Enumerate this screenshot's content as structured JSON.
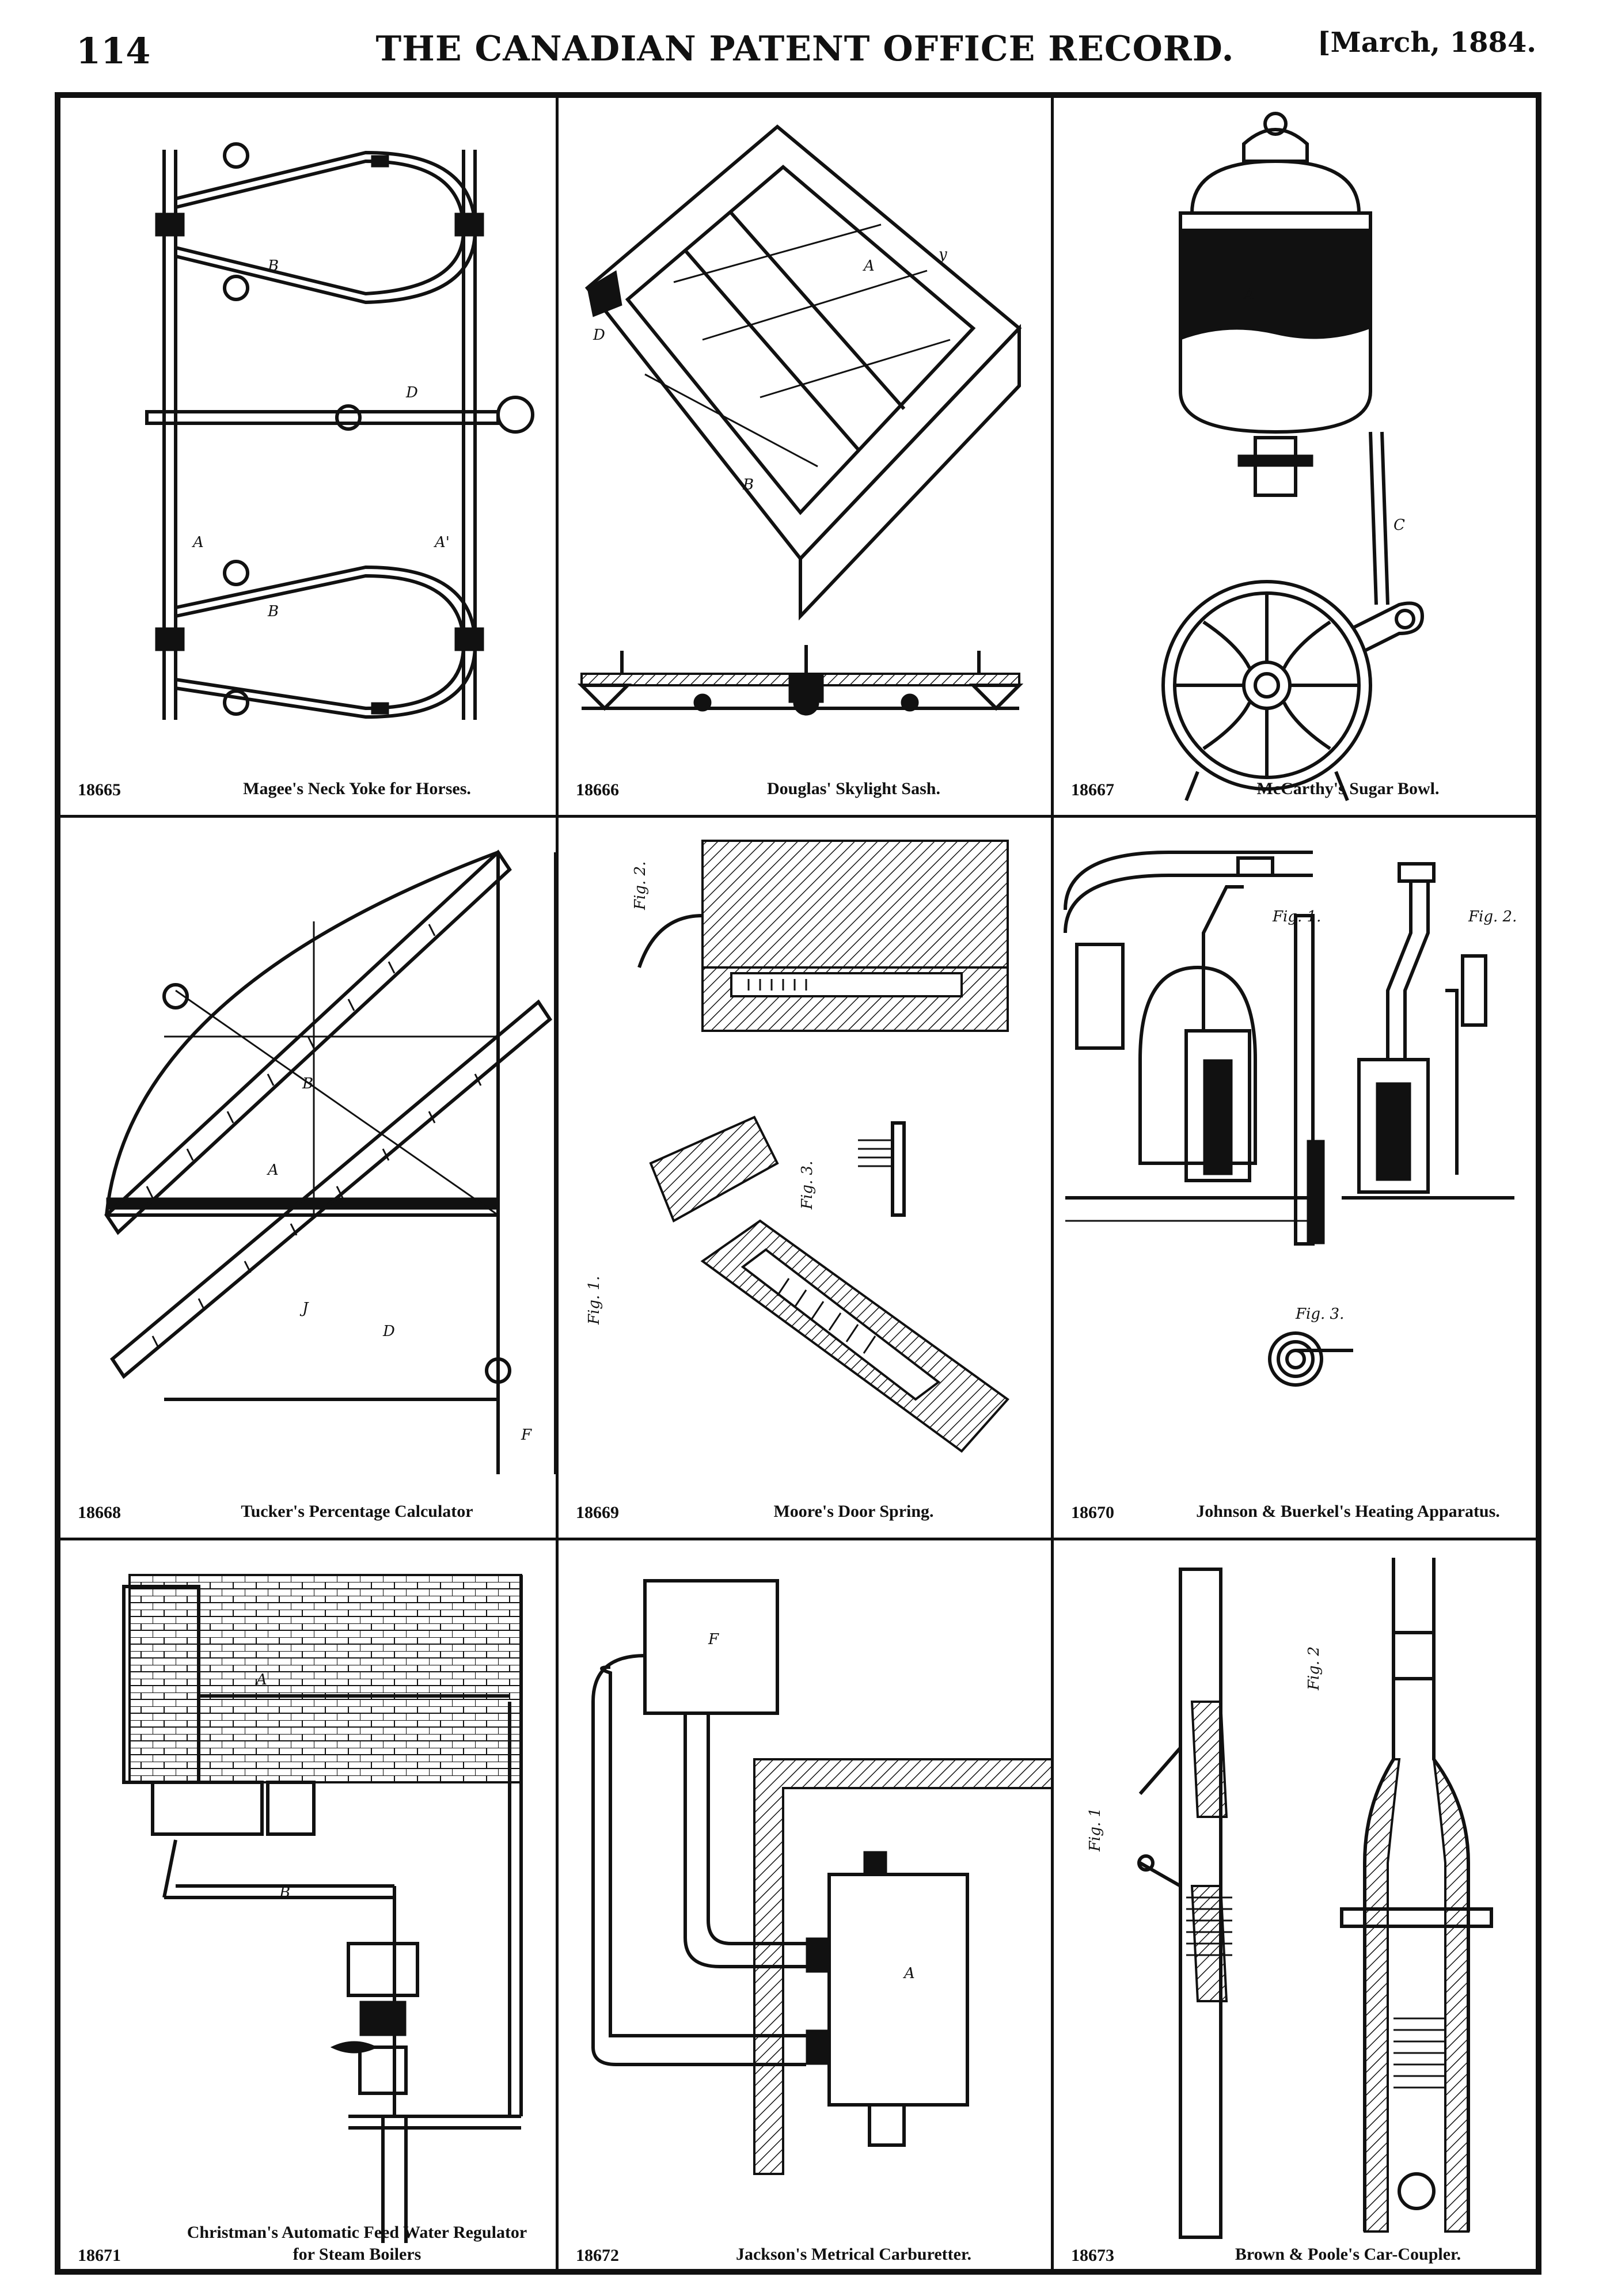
{
  "header": {
    "page_number": "114",
    "journal_title": "THE CANADIAN PATENT OFFICE RECORD.",
    "issue_date": "[March, 1884."
  },
  "patents": [
    {
      "number": "18665",
      "title": "Magee's Neck Yoke for Horses."
    },
    {
      "number": "18666",
      "title": "Douglas' Skylight Sash."
    },
    {
      "number": "18667",
      "title": "McCarthy's Sugar Bowl."
    },
    {
      "number": "18668",
      "title": "Tucker's Percentage Calculator"
    },
    {
      "number": "18669",
      "title": "Moore's Door Spring."
    },
    {
      "number": "18670",
      "title": "Johnson & Buerkel's Heating Apparatus."
    },
    {
      "number": "18671",
      "title": "Christman's Automatic Feed Water Regulator for Steam Boilers"
    },
    {
      "number": "18672",
      "title": "Jackson's Metrical Carburetter."
    },
    {
      "number": "18673",
      "title": "Brown & Poole's Car-Coupler."
    }
  ],
  "figure_labels": {
    "fig1": "Fig. 1.",
    "fig2": "Fig. 2.",
    "fig3": "Fig. 3.",
    "fig_1": "Fig. 1",
    "fig_2": "Fig. 2"
  }
}
